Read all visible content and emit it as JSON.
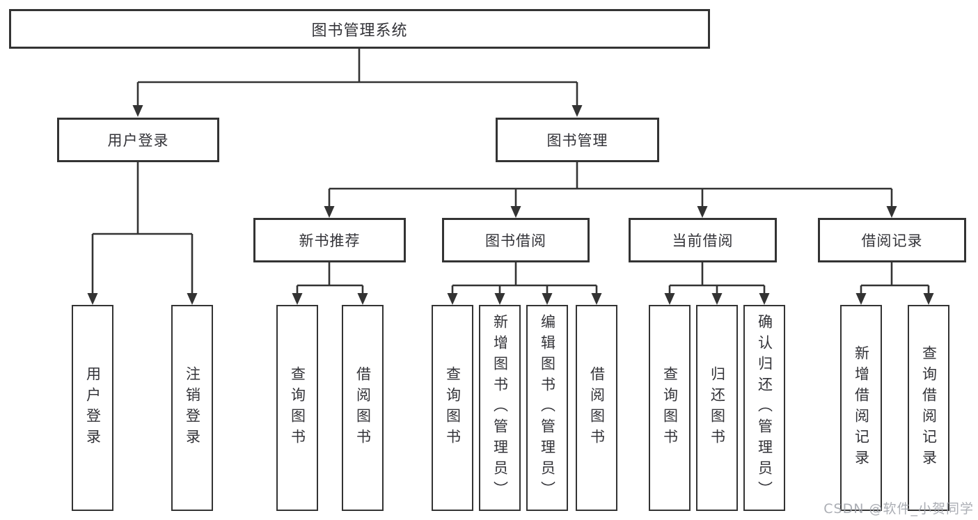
{
  "diagram": {
    "title": "图书管理系统",
    "nodes": {
      "root": "图书管理系统",
      "user_login": "用户登录",
      "book_mgmt": "图书管理",
      "new_book_rec": "新书推荐",
      "book_borrow": "图书借阅",
      "current_borrow": "当前借阅",
      "borrow_records": "借阅记录",
      "leaf_user_login": "用户登录",
      "leaf_logout": "注销登录",
      "leaf_rec_query_book": "查询图书",
      "leaf_rec_borrow_book": "借阅图书",
      "leaf_bb_query_book": "查询图书",
      "leaf_bb_add_book": "新增图书（管理员）",
      "leaf_bb_edit_book": "编辑图书（管理员）",
      "leaf_bb_borrow_book": "借阅图书",
      "leaf_cb_query_book": "查询图书",
      "leaf_cb_return_book": "归还图书",
      "leaf_cb_confirm_return": "确认归还（管理员）",
      "leaf_br_add_record": "新增借阅记录",
      "leaf_br_query_record": "查询借阅记录"
    },
    "structure": [
      {
        "parent": "图书管理系统",
        "children": [
          "用户登录",
          "图书管理"
        ]
      },
      {
        "parent": "用户登录",
        "children": [
          "用户登录",
          "注销登录"
        ]
      },
      {
        "parent": "图书管理",
        "children": [
          "新书推荐",
          "图书借阅",
          "当前借阅",
          "借阅记录"
        ]
      },
      {
        "parent": "新书推荐",
        "children": [
          "查询图书",
          "借阅图书"
        ]
      },
      {
        "parent": "图书借阅",
        "children": [
          "查询图书",
          "新增图书（管理员）",
          "编辑图书（管理员）",
          "借阅图书"
        ]
      },
      {
        "parent": "当前借阅",
        "children": [
          "查询图书",
          "归还图书",
          "确认归还（管理员）"
        ]
      },
      {
        "parent": "借阅记录",
        "children": [
          "新增借阅记录",
          "查询借阅记录"
        ]
      }
    ]
  },
  "watermark": "CSDN @软件_小贺同学",
  "colors": {
    "line": "#333333",
    "box_border": "#333333",
    "text": "#333338",
    "watermark": "#9da0a8",
    "background": "#ffffff"
  }
}
